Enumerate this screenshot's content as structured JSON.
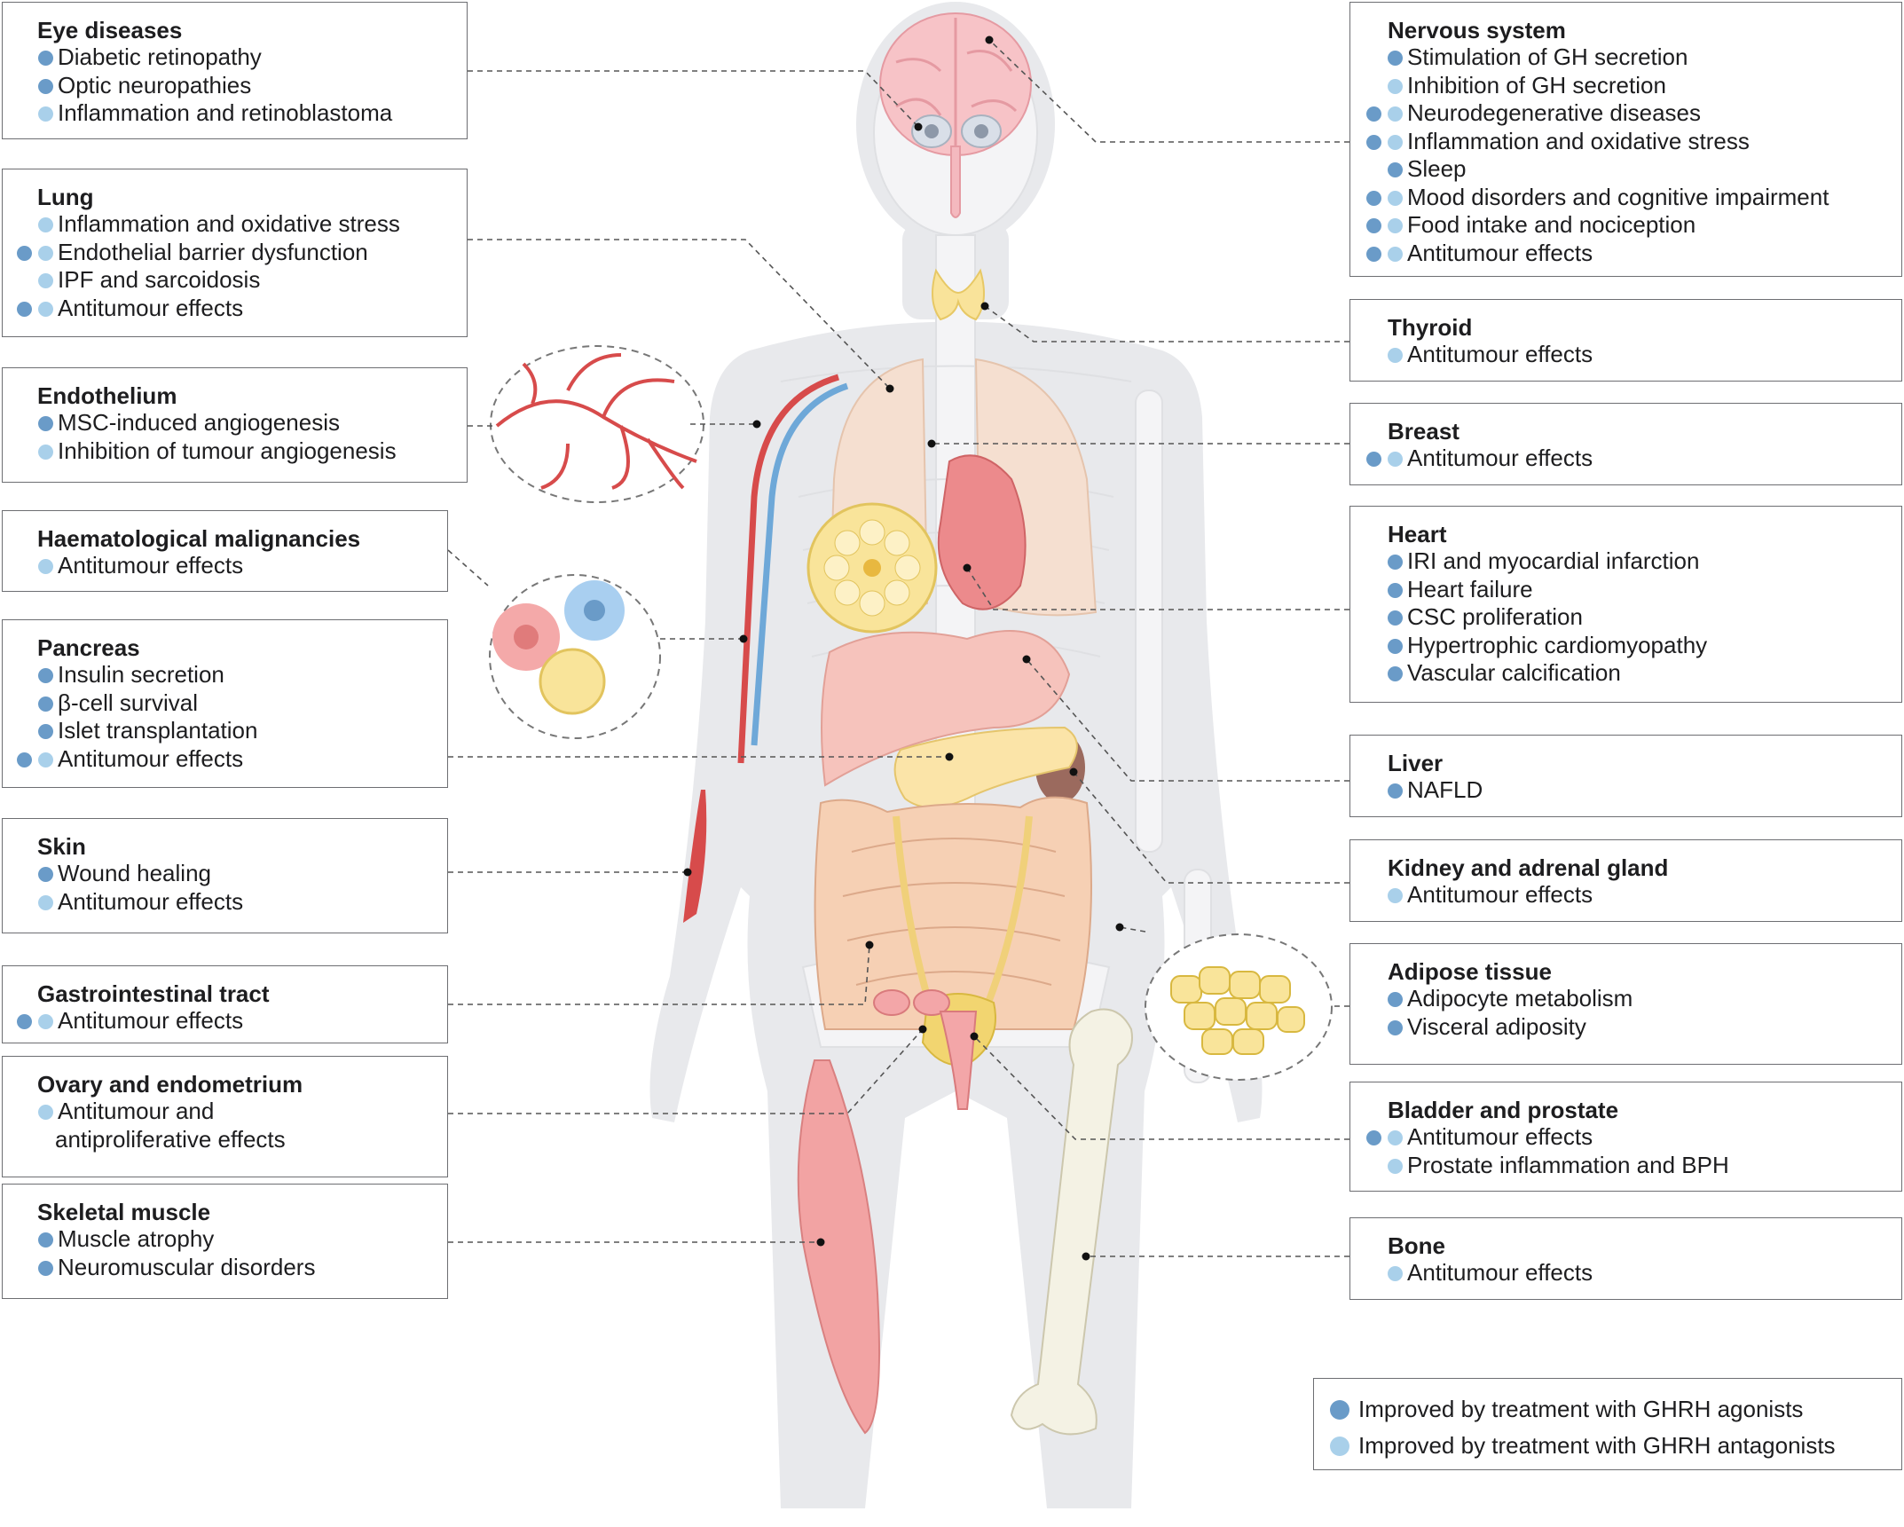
{
  "boxes": [
    {
      "title": "Eye diseases",
      "items": [
        {
          "text": "Diabetic retinopathy",
          "dots": [
            "ag"
          ]
        },
        {
          "text": "Optic neuropathies",
          "dots": [
            "ag"
          ]
        },
        {
          "text": "Inflammation and retinoblastoma",
          "dots": [
            "an"
          ]
        }
      ]
    },
    {
      "title": "Lung",
      "items": [
        {
          "text": "Inflammation and oxidative stress",
          "dots": [
            "an"
          ]
        },
        {
          "text": "Endothelial barrier dysfunction",
          "dots": [
            "ag",
            "an"
          ]
        },
        {
          "text": "IPF and sarcoidosis",
          "dots": [
            "an"
          ]
        },
        {
          "text": "Antitumour effects",
          "dots": [
            "ag",
            "an"
          ]
        }
      ]
    },
    {
      "title": "Endothelium",
      "items": [
        {
          "text": "MSC-induced angiogenesis",
          "dots": [
            "ag"
          ]
        },
        {
          "text": "Inhibition of tumour angiogenesis",
          "dots": [
            "an"
          ]
        }
      ]
    },
    {
      "title": "Haematological malignancies",
      "items": [
        {
          "text": "Antitumour effects",
          "dots": [
            "an"
          ]
        }
      ]
    },
    {
      "title": "Pancreas",
      "items": [
        {
          "text": "Insulin secretion",
          "dots": [
            "ag"
          ]
        },
        {
          "text": "β-cell survival",
          "dots": [
            "ag"
          ]
        },
        {
          "text": "Islet transplantation",
          "dots": [
            "ag"
          ]
        },
        {
          "text": "Antitumour effects",
          "dots": [
            "ag",
            "an"
          ]
        }
      ]
    },
    {
      "title": "Skin",
      "items": [
        {
          "text": "Wound healing",
          "dots": [
            "ag"
          ]
        },
        {
          "text": "Antitumour effects",
          "dots": [
            "an"
          ]
        }
      ]
    },
    {
      "title": "Gastrointestinal tract",
      "items": [
        {
          "text": "Antitumour effects",
          "dots": [
            "ag",
            "an"
          ]
        }
      ]
    },
    {
      "title": "Ovary and endometrium",
      "items": [
        {
          "text": "Antitumour and",
          "dots": [
            "an"
          ]
        },
        {
          "text": "antiproliferative effects",
          "dots": []
        }
      ]
    },
    {
      "title": "Skeletal muscle",
      "items": [
        {
          "text": "Muscle atrophy",
          "dots": [
            "ag"
          ]
        },
        {
          "text": "Neuromuscular disorders",
          "dots": [
            "ag"
          ]
        }
      ]
    },
    {
      "title": "Nervous system",
      "items": [
        {
          "text": "Stimulation of GH secretion",
          "dots": [
            "ag"
          ]
        },
        {
          "text": "Inhibition of GH secretion",
          "dots": [
            "an"
          ]
        },
        {
          "text": "Neurodegenerative diseases",
          "dots": [
            "ag",
            "an"
          ]
        },
        {
          "text": "Inflammation and oxidative stress",
          "dots": [
            "ag",
            "an"
          ]
        },
        {
          "text": "Sleep",
          "dots": [
            "ag"
          ]
        },
        {
          "text": "Mood disorders and cognitive impairment",
          "dots": [
            "ag",
            "an"
          ]
        },
        {
          "text": "Food intake and nociception",
          "dots": [
            "ag",
            "an"
          ]
        },
        {
          "text": "Antitumour effects",
          "dots": [
            "ag",
            "an"
          ]
        }
      ]
    },
    {
      "title": "Thyroid",
      "items": [
        {
          "text": "Antitumour effects",
          "dots": [
            "an"
          ]
        }
      ]
    },
    {
      "title": "Breast",
      "items": [
        {
          "text": "Antitumour effects",
          "dots": [
            "ag",
            "an"
          ]
        }
      ]
    },
    {
      "title": "Heart",
      "items": [
        {
          "text": "IRI and myocardial infarction",
          "dots": [
            "ag"
          ]
        },
        {
          "text": "Heart failure",
          "dots": [
            "ag"
          ]
        },
        {
          "text": "CSC proliferation",
          "dots": [
            "ag"
          ]
        },
        {
          "text": "Hypertrophic cardiomyopathy",
          "dots": [
            "ag"
          ]
        },
        {
          "text": "Vascular calcification",
          "dots": [
            "ag"
          ]
        }
      ]
    },
    {
      "title": "Liver",
      "items": [
        {
          "text": "NAFLD",
          "dots": [
            "ag"
          ]
        }
      ]
    },
    {
      "title": "Kidney and adrenal gland",
      "items": [
        {
          "text": "Antitumour effects",
          "dots": [
            "an"
          ]
        }
      ]
    },
    {
      "title": "Adipose tissue",
      "items": [
        {
          "text": "Adipocyte metabolism",
          "dots": [
            "ag"
          ]
        },
        {
          "text": "Visceral adiposity",
          "dots": [
            "ag"
          ]
        }
      ]
    },
    {
      "title": "Bladder and prostate",
      "items": [
        {
          "text": "Antitumour effects",
          "dots": [
            "ag",
            "an"
          ]
        },
        {
          "text": "Prostate inflammation and BPH",
          "dots": [
            "an"
          ]
        }
      ]
    },
    {
      "title": "Bone",
      "items": [
        {
          "text": "Antitumour effects",
          "dots": [
            "an"
          ]
        }
      ]
    }
  ],
  "legend": {
    "agonist": "Improved by treatment with GHRH agonists",
    "antagonist": "Improved by treatment with GHRH antagonists"
  },
  "colors": {
    "agonist_dot": "#6a9bc8",
    "antagonist_dot": "#a9d0ea",
    "body_silhouette": "#e8e9ec",
    "skeleton": "#f4f4f6",
    "lung": "#f5dfd0",
    "heart": "#ec8a8c",
    "liver": "#f6c3bc",
    "pancreas": "#fbe4a8",
    "intestine": "#f6d0b4",
    "brain": "#f7c3c7",
    "thyroid": "#f9e39a",
    "artery": "#d74b4b",
    "vein": "#6ea8d8",
    "adipose": "#f9e49a",
    "muscle": "#f2a3a3",
    "bone": "#f4f2e4",
    "kidney": "#9b6a5e",
    "bladder": "#f2d570"
  }
}
